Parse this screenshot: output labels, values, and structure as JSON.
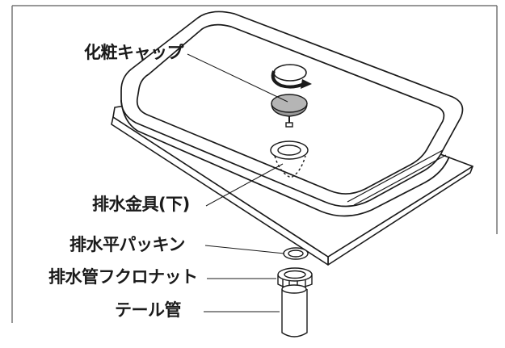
{
  "labels": {
    "cosmetic_cap": "化粧キャップ",
    "drain_fitting_lower": "排水金具(下)",
    "drain_flat_packing": "排水平パッキン",
    "drain_pipe_nut": "排水管フクロナット",
    "tail_pipe": "テール管"
  },
  "colors": {
    "line": "#1a1a1a",
    "frame": "#777777",
    "cap_fill": "#b5b5b5",
    "background": "#ffffff"
  },
  "icons": {
    "rotation": "rotate-arrow-icon"
  }
}
